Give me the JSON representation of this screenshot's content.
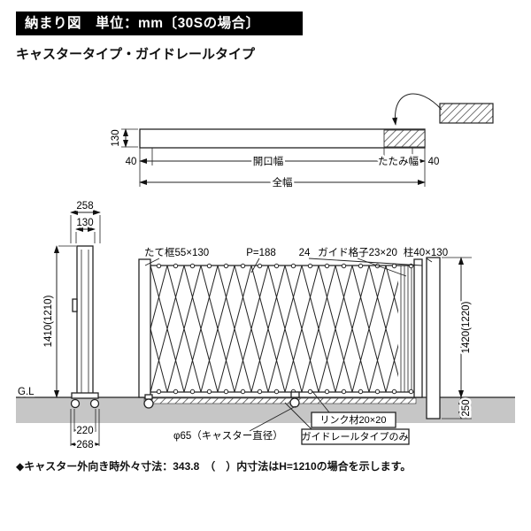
{
  "header": {
    "title": "納まり図　単位：mm〔30Sの場合〕"
  },
  "subtitle": "キャスタータイプ・ガイドレールタイプ",
  "plan_view": {
    "dim_bar_height": "130",
    "dim_left_margin": "40",
    "dim_opening": "開口幅",
    "dim_fold": "たたみ幅",
    "dim_right_margin": "40",
    "dim_total": "全幅"
  },
  "side_view": {
    "dim_depth_total": "258",
    "dim_depth_post": "130",
    "dim_height": "1410(1210)",
    "ground_label": "G.L",
    "dim_base_inner": "220",
    "dim_base_outer": "268"
  },
  "front_view": {
    "label_frame": "たて框55×130",
    "label_pitch": "P=188",
    "label_gap": "24",
    "label_guide_grid": "ガイド格子23×20",
    "label_post": "柱40×130",
    "dim_height": "1420(1220)",
    "dim_embed": "250",
    "label_caster": "φ65（キャスター直径）",
    "label_link": "リンク材20×20",
    "label_guide_rail": "ガイドレールタイプのみ"
  },
  "footnote": "◆キャスター外向き時外々寸法：343.8　（　）内寸法はH=1210の場合を示します。"
}
